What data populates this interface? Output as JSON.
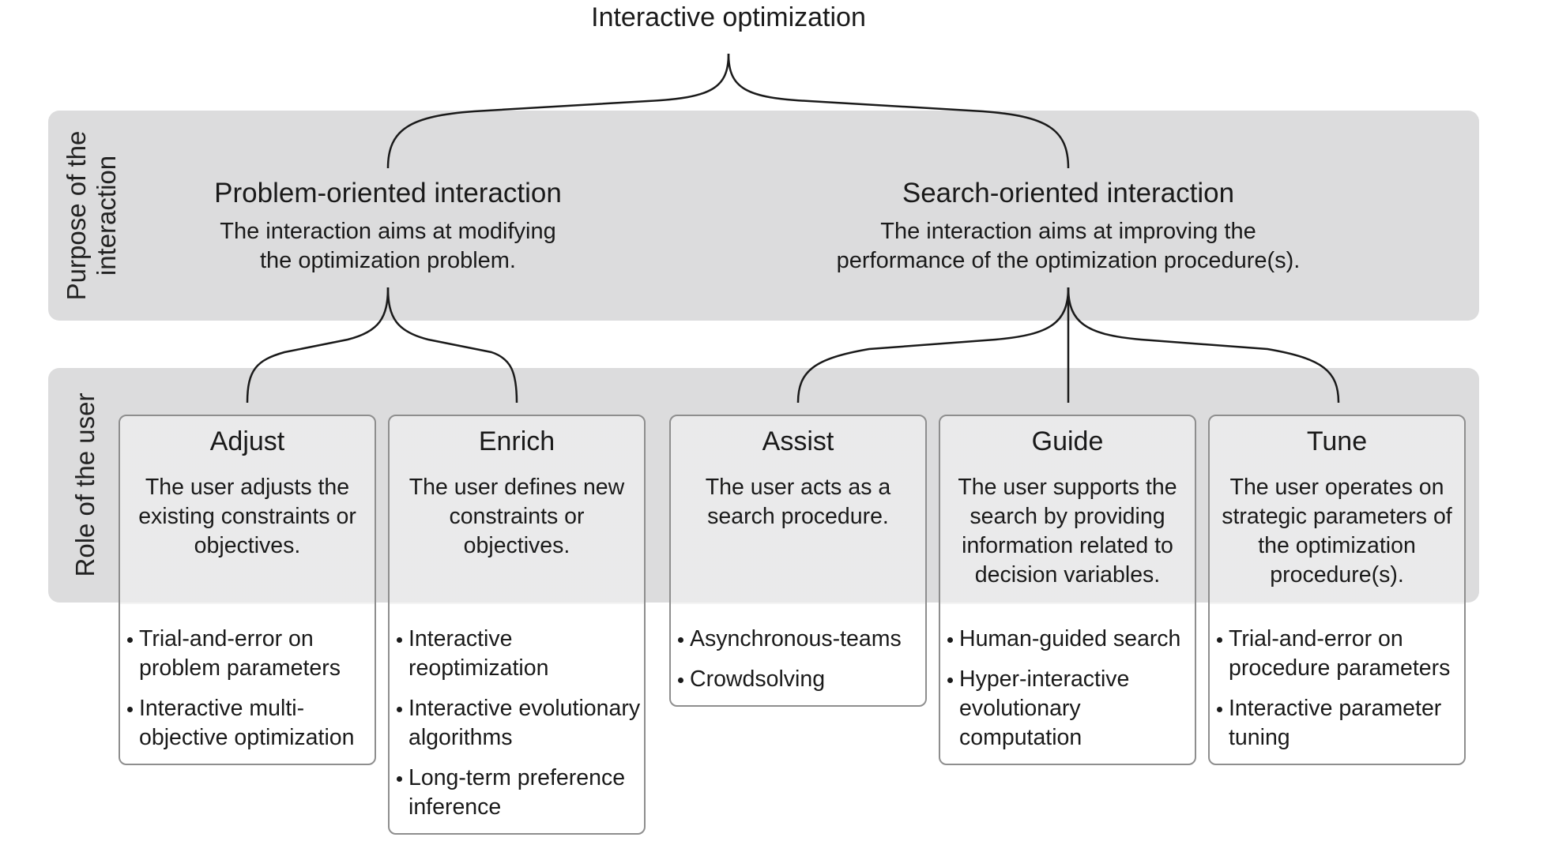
{
  "root": {
    "title": "Interactive optimization"
  },
  "bands": {
    "purpose_label": "Purpose of the\ninteraction",
    "role_label": "Role of the user"
  },
  "categories": [
    {
      "title": "Problem-oriented interaction",
      "description": "The interaction aims at modifying\nthe optimization problem."
    },
    {
      "title": "Search-oriented interaction",
      "description": "The interaction aims at improving the\nperformance of the optimization procedure(s)."
    }
  ],
  "roles": [
    {
      "title": "Adjust",
      "description": "The user adjusts the\nexisting constraints or\nobjectives.",
      "examples": [
        "Trial-and-error on\nproblem parameters",
        "Interactive multi-\nobjective optimization"
      ]
    },
    {
      "title": "Enrich",
      "description": "The user defines new\nconstraints or\nobjectives.",
      "examples": [
        "Interactive\nreoptimization",
        "Interactive evolutionary\nalgorithms",
        "Long-term preference\ninference"
      ]
    },
    {
      "title": "Assist",
      "description": "The user acts as a\nsearch procedure.",
      "examples": [
        "Asynchronous-teams",
        "Crowdsolving"
      ]
    },
    {
      "title": "Guide",
      "description": "The user supports the\nsearch by providing\ninformation related to\ndecision variables.",
      "examples": [
        "Human-guided search",
        "Hyper-interactive\nevolutionary\ncomputation"
      ]
    },
    {
      "title": "Tune",
      "description": "The user operates on\nstrategic parameters of\nthe optimization\nprocedure(s).",
      "examples": [
        "Trial-and-error on\nprocedure parameters",
        "Interactive parameter\ntuning"
      ]
    }
  ]
}
